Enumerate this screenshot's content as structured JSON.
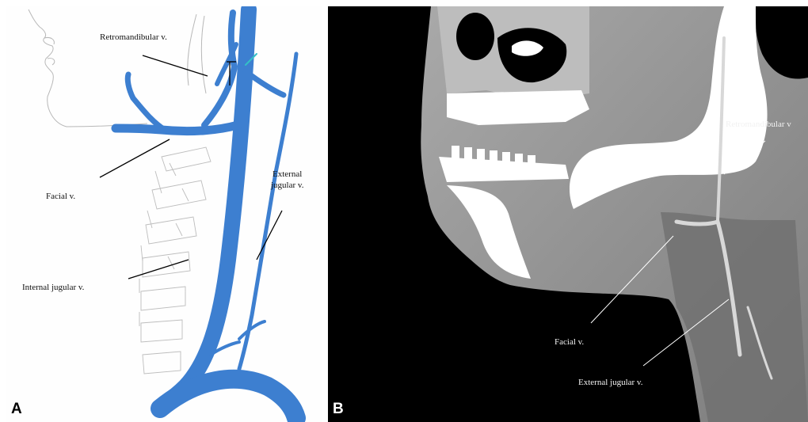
{
  "panel_a": {
    "letter": "A",
    "labels": {
      "retromandibular": "Retromandibular v.",
      "facial": "Facial v.",
      "external_line1": "External",
      "external_line2": "jugular v.",
      "internal": "Internal jugular v."
    },
    "vein_color": "#3d7fd0"
  },
  "panel_b": {
    "letter": "B",
    "labels": {
      "retromandibular": "Retromandibular v",
      "facial": "Facial v.",
      "external": "External jugular v."
    }
  }
}
